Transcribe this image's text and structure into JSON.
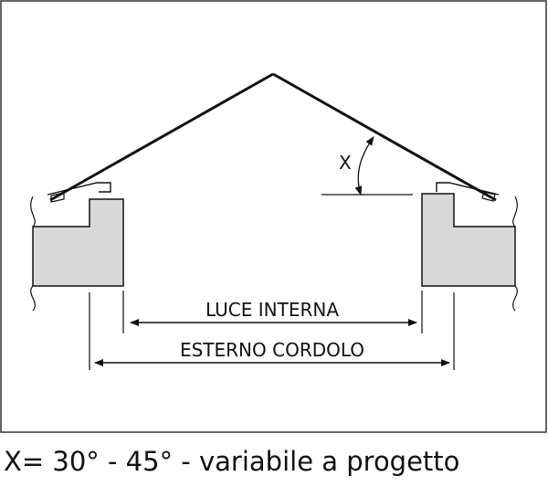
{
  "diagram": {
    "angle_label": "X",
    "inner_span_label": "LUCE INTERNA",
    "outer_span_label": "ESTERNO CORDOLO"
  },
  "caption": "X= 30° - 45° - variabile a progetto",
  "colors": {
    "line": "#111111",
    "curb_fill": "#d9d9d9",
    "frame": "#333333"
  }
}
